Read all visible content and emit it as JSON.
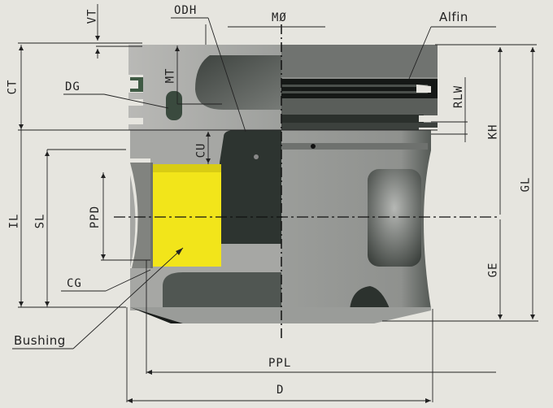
{
  "diagram": {
    "type": "technical-drawing",
    "subject": "piston",
    "highlight_color": "#f2e51a",
    "labels": {
      "vt": "VT",
      "odh": "ODH",
      "mo": "MØ",
      "alfin": "Alfin",
      "ct": "CT",
      "dg": "DG",
      "mt": "MT",
      "rlw": "RLW",
      "kh": "KH",
      "gl": "GL",
      "cu": "CU",
      "il": "IL",
      "sl": "SL",
      "ppd": "PPD",
      "ge": "GE",
      "cg": "CG",
      "bushing": "Bushing",
      "ppl": "PPL",
      "d": "D"
    }
  }
}
